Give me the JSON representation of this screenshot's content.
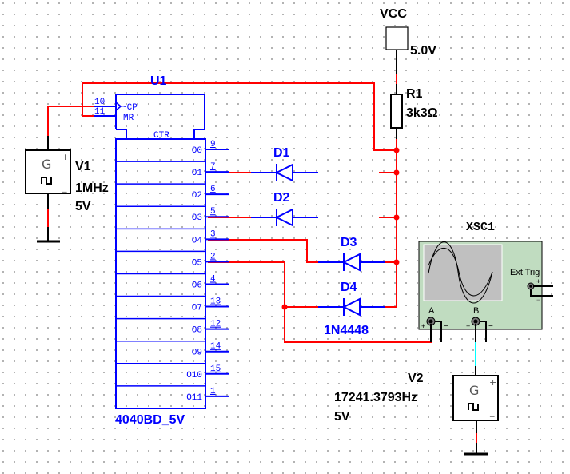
{
  "colors": {
    "wire": "#ff0000",
    "component": "#0000ff",
    "part": "#000000",
    "probe": "#00ffff",
    "scope_body": "#c0dcc0",
    "scope_screen": "#c0c0c0"
  },
  "vcc": {
    "name": "VCC",
    "value": "5.0V"
  },
  "r1": {
    "name": "R1",
    "value": "3k3Ω"
  },
  "u1": {
    "name": "U1",
    "part": "4040BD_5V",
    "block_label": "CTR",
    "inputs": [
      {
        "pin": "10",
        "label": "~CP"
      },
      {
        "pin": "11",
        "label": "MR"
      }
    ],
    "outputs": [
      {
        "label": "O0",
        "pin": "9"
      },
      {
        "label": "O1",
        "pin": "7"
      },
      {
        "label": "O2",
        "pin": "6"
      },
      {
        "label": "O3",
        "pin": "5"
      },
      {
        "label": "O4",
        "pin": "3"
      },
      {
        "label": "O5",
        "pin": "2"
      },
      {
        "label": "O6",
        "pin": "4"
      },
      {
        "label": "O7",
        "pin": "13"
      },
      {
        "label": "O8",
        "pin": "12"
      },
      {
        "label": "O9",
        "pin": "14"
      },
      {
        "label": "O10",
        "pin": "15"
      },
      {
        "label": "O11",
        "pin": "1"
      }
    ]
  },
  "v1": {
    "name": "V1",
    "freq": "1MHz",
    "amp": "5V",
    "symbol": "G"
  },
  "v2": {
    "name": "V2",
    "freq": "17241.3793Hz",
    "amp": "5V",
    "symbol": "G"
  },
  "diodes": [
    {
      "name": "D1"
    },
    {
      "name": "D2"
    },
    {
      "name": "D3"
    },
    {
      "name": "D4"
    }
  ],
  "diode_model": "1N4448",
  "xsc1": {
    "name": "XSC1",
    "ext_trig": "Ext Trig",
    "ch_a": "A",
    "ch_b": "B",
    "plus": "+",
    "minus": "−"
  }
}
